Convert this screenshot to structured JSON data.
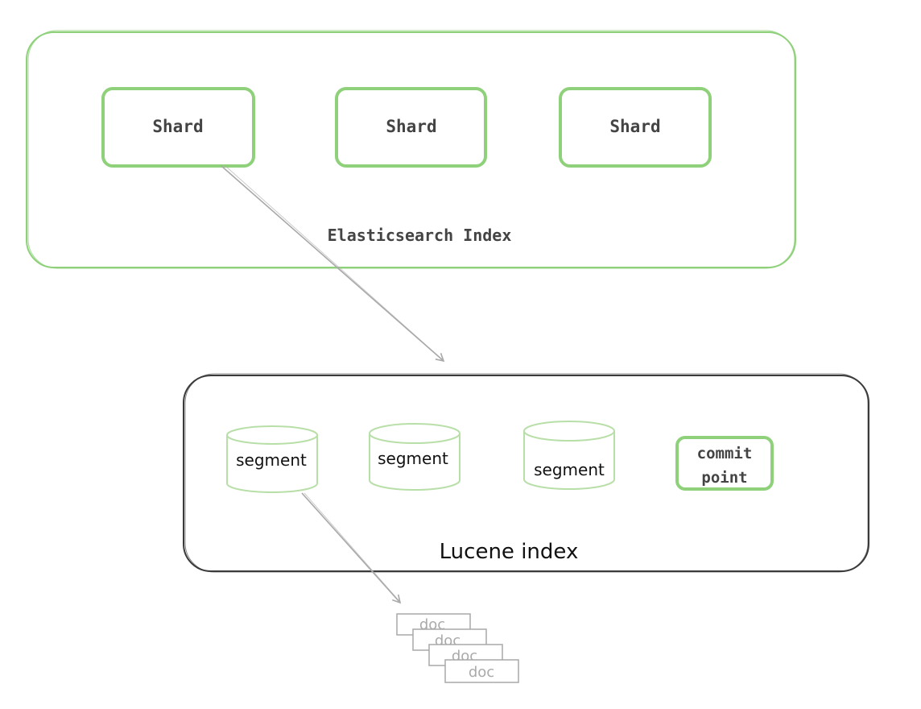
{
  "colors": {
    "green": "#8fd17a",
    "light_green": "#b9dfa9",
    "dark_outline": "#3a3a3a",
    "gray": "#a9a9a9",
    "text_dark": "#444444",
    "text_black": "#111111",
    "doc_text": "#aaaaaa"
  },
  "es_index": {
    "label": "Elasticsearch Index",
    "shards": [
      "Shard",
      "Shard",
      "Shard"
    ]
  },
  "lucene_index": {
    "label": "Lucene index",
    "segments": [
      "segment",
      "segment",
      "segment"
    ],
    "commit_point": {
      "line1": "commit",
      "line2": "point"
    }
  },
  "docs": [
    "doc",
    "doc",
    "doc",
    "doc"
  ]
}
